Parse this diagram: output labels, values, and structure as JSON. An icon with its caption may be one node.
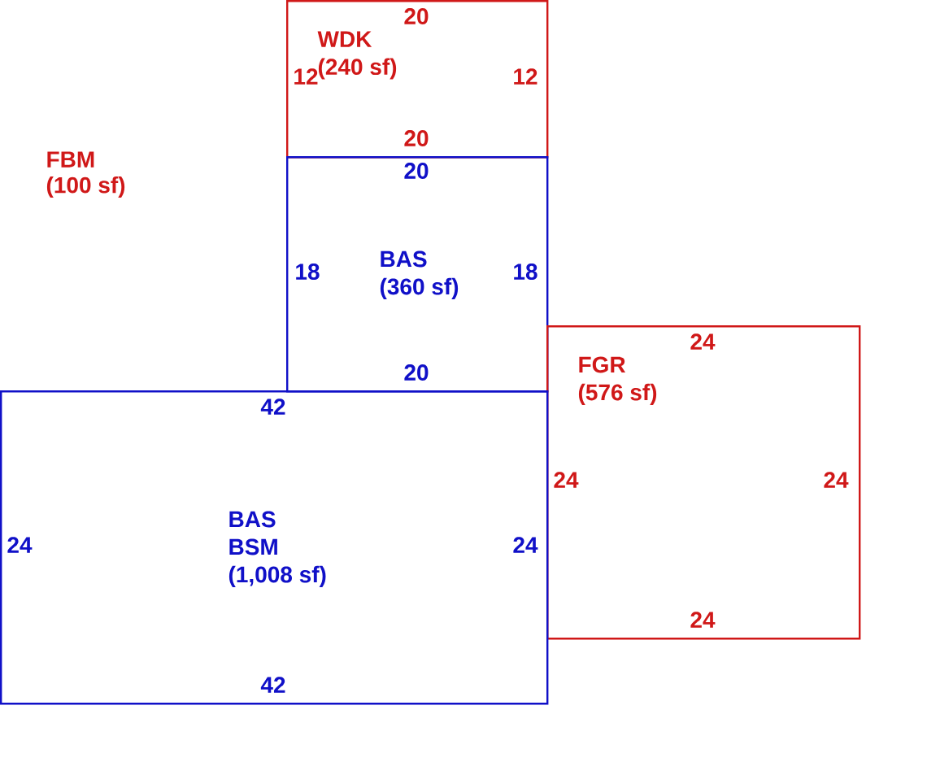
{
  "diagram": {
    "nodes": [
      {
        "text": [
          "WDK",
          "(240 sf)"
        ]
      },
      {
        "text": [
          "BAS",
          "(360 sf)"
        ]
      },
      {
        "text": [
          "FGR",
          "(576 sf)"
        ]
      },
      {
        "text": [
          "BAS",
          "BSM",
          "(1,008 sf)"
        ]
      }
    ],
    "labels": [
      "20",
      "12",
      "12",
      "20",
      "FBM",
      "(100 sf)",
      "20",
      "18",
      "18",
      "24",
      "20",
      "42",
      "24",
      "24",
      "24",
      "24",
      "24",
      "42"
    ]
  }
}
